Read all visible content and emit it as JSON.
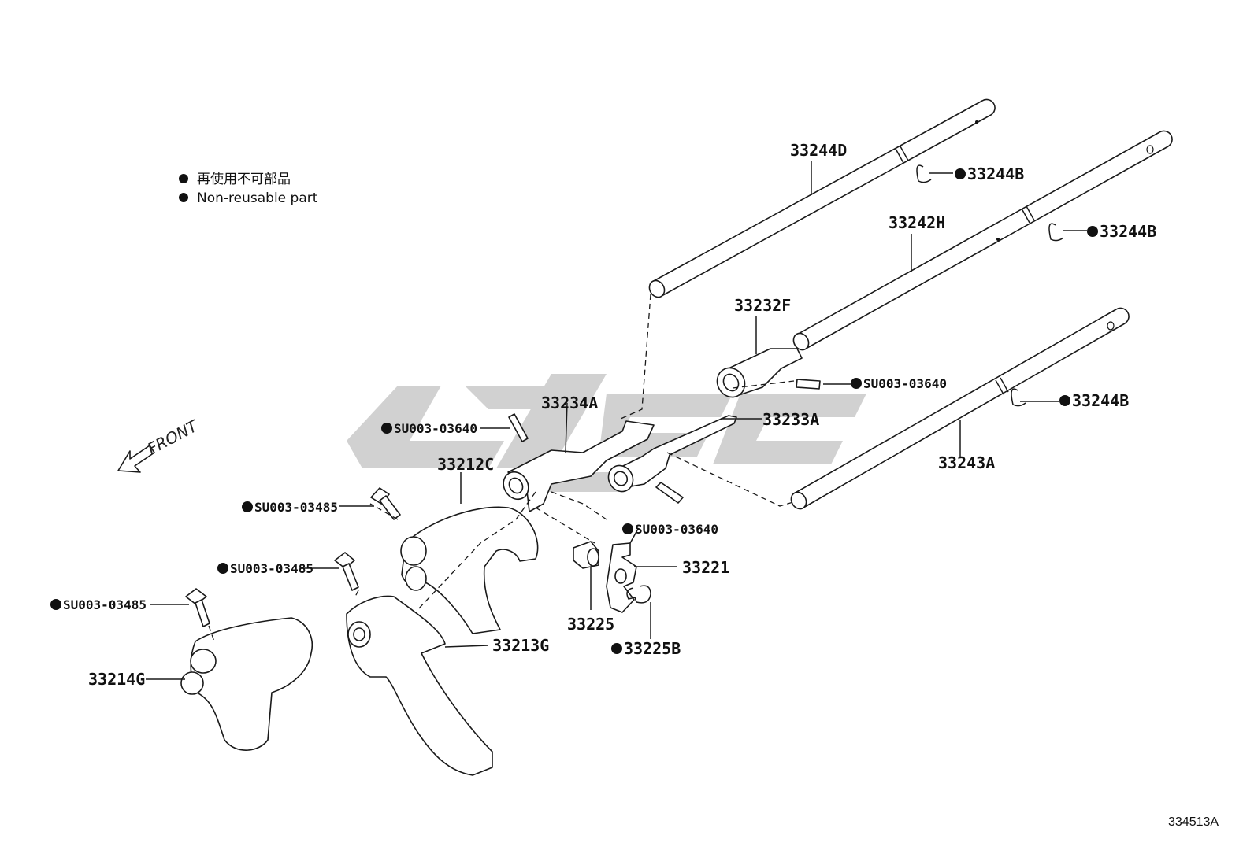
{
  "legend": {
    "line_jp": "再使用不可部品",
    "line_en": "Non-reusable part"
  },
  "front_label": "FRONT",
  "diagram_code": "334513A",
  "callouts": {
    "c33244D": "33244D",
    "c33244B_1": "33244B",
    "c33244B_2": "33244B",
    "c33244B_3": "33244B",
    "c33242H": "33242H",
    "c33232F": "33232F",
    "cSU003_03640_a": "SU003-03640",
    "cSU003_03640_b": "SU003-03640",
    "cSU003_03640_c": "SU003-03640",
    "c33234A": "33234A",
    "c33233A": "33233A",
    "c33243A": "33243A",
    "c33212C": "33212C",
    "cSU003_03485_a": "SU003-03485",
    "cSU003_03485_b": "SU003-03485",
    "cSU003_03485_c": "SU003-03485",
    "c33221": "33221",
    "c33225": "33225",
    "c33225B": "33225B",
    "c33213G": "33213G",
    "c33214G": "33214G"
  }
}
